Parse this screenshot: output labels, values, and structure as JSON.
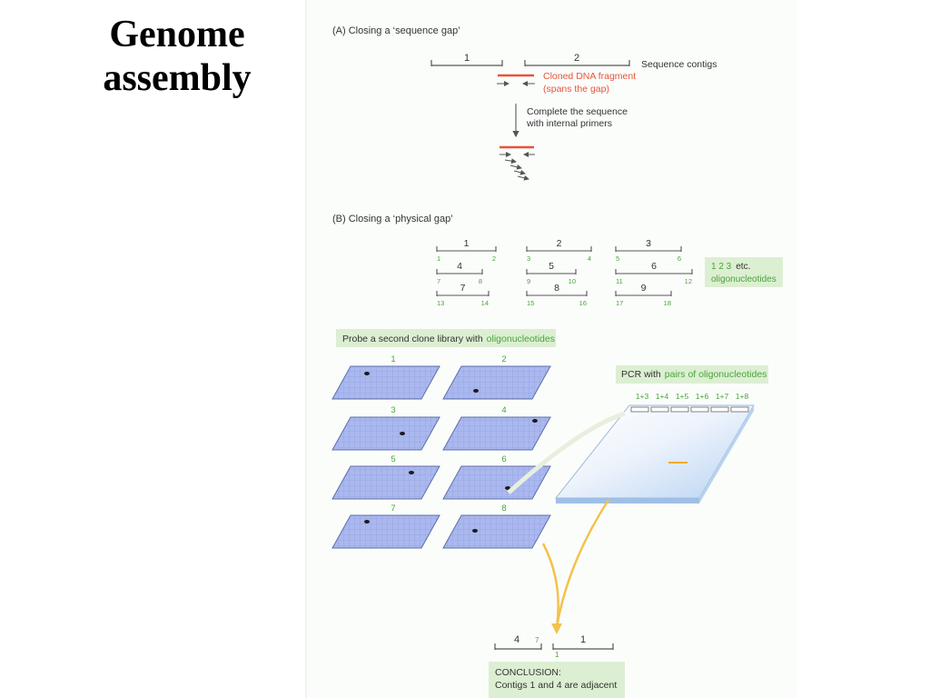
{
  "slide": {
    "title": "Genome assembly"
  },
  "panel_a": {
    "heading": "(A) Closing a ‘sequence gap’",
    "contig_numbers": [
      "1",
      "2"
    ],
    "contigs_label": "Sequence contigs",
    "fragment_label_1": "Cloned DNA fragment",
    "fragment_label_2": "(spans the gap)",
    "step_label_1": "Complete the sequence",
    "step_label_2": "with internal primers"
  },
  "panel_b": {
    "heading": "(B) Closing a ‘physical gap’",
    "contigs": [
      {
        "number": "1",
        "left": "1",
        "right": "2"
      },
      {
        "number": "2",
        "left": "3",
        "right": "4"
      },
      {
        "number": "3",
        "left": "5",
        "right": "6"
      },
      {
        "number": "4",
        "left": "7",
        "right": "8"
      },
      {
        "number": "5",
        "left": "9",
        "right": "10"
      },
      {
        "number": "6",
        "left": "11",
        "right": "12"
      },
      {
        "number": "7",
        "left": "13",
        "right": "14"
      },
      {
        "number": "8",
        "left": "15",
        "right": "16"
      },
      {
        "number": "9",
        "left": "17",
        "right": "18"
      }
    ],
    "legend_line1_digits": "1 2 3",
    "legend_line1_suffix": "etc.",
    "legend_line2": "oligonucleotides",
    "probe_prefix": "Probe a second clone library with",
    "probe_highlight": "oligonucleotides",
    "filters": [
      "1",
      "2",
      "3",
      "4",
      "5",
      "6",
      "7",
      "8"
    ],
    "pcr_prefix": "PCR with",
    "pcr_highlight": "pairs of oligonucleotides",
    "pcr_lanes": [
      "1+3",
      "1+4",
      "1+5",
      "1+6",
      "1+7",
      "1+8"
    ],
    "conclusion_left_number": "4",
    "conclusion_left_end": "7",
    "conclusion_right_number": "1",
    "conclusion_right_end": "1",
    "conclusion_title": "CONCLUSION:",
    "conclusion_text": "Contigs 1 and 4 are adjacent"
  },
  "colors": {
    "accent_green": "#4aa43a",
    "accent_red": "#e8543a",
    "filter_blue": "#aab8ef",
    "highlight_green": "#dcefd2",
    "gold_arrow": "#f2c24a"
  }
}
